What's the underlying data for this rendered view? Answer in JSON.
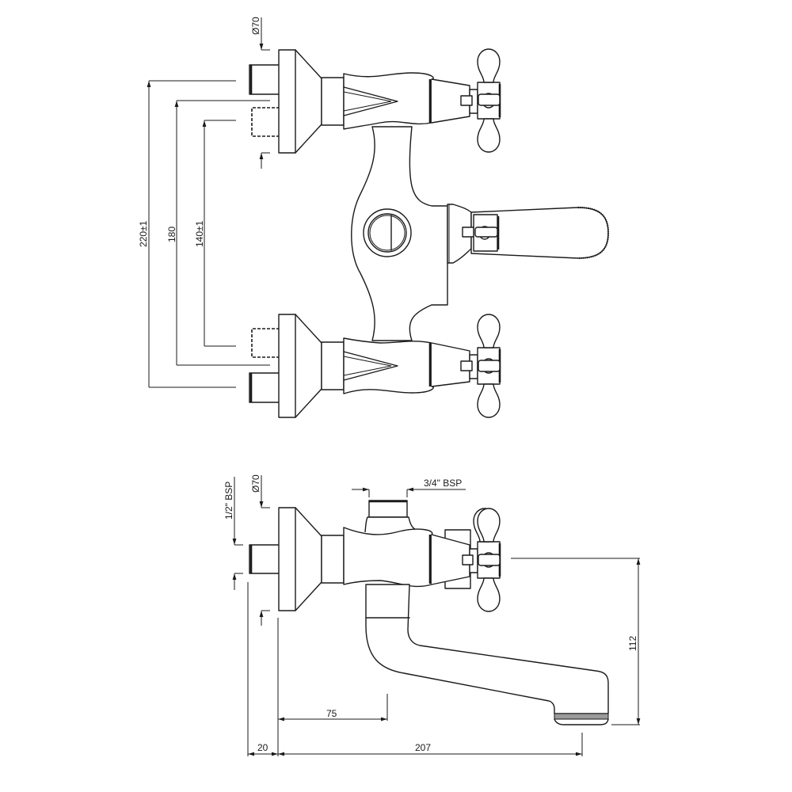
{
  "drawing": {
    "title": "Wall-mounted bath mixer – technical drawing",
    "line_color": "#1a1a1a",
    "background": "#ffffff"
  },
  "top_view": {
    "dimensions": {
      "flange_diameter": "Ø70",
      "overall_height": "220±1",
      "centers": "180",
      "inner": "140±1"
    }
  },
  "side_view": {
    "dimensions": {
      "inlet_thread": "1/2\" BSP",
      "flange_diameter": "Ø70",
      "outlet_thread": "3/4\" BSP",
      "spout_height": "112",
      "spout_offset": "75",
      "flange_depth": "20",
      "spout_projection": "207"
    }
  }
}
